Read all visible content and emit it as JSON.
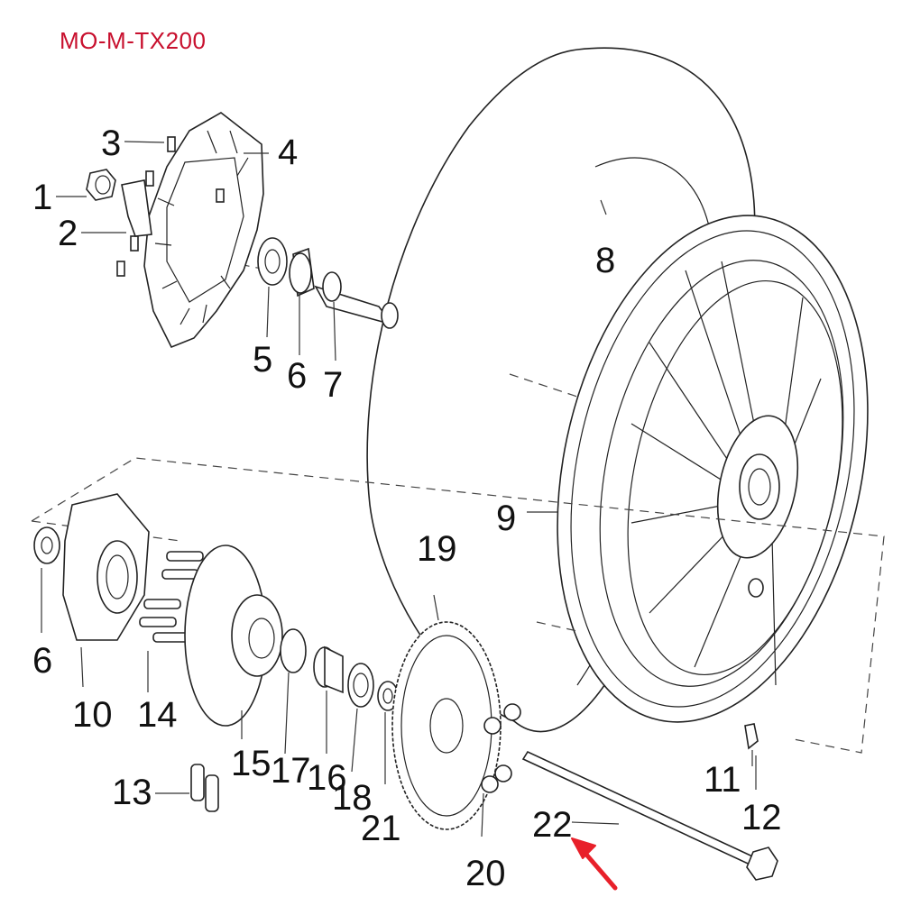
{
  "diagram": {
    "model_code": "MO-M-TX200",
    "callouts": [
      "1",
      "2",
      "3",
      "4",
      "5",
      "6",
      "7",
      "8",
      "9",
      "6",
      "10",
      "14",
      "15",
      "17",
      "16",
      "18",
      "21",
      "19",
      "20",
      "11",
      "12",
      "13",
      "22"
    ],
    "colors": {
      "ink": "#111111",
      "model_code": "#c8102e",
      "arrow": "#e8202a"
    },
    "icons": {
      "pointer": "red-arrow-icon"
    }
  }
}
